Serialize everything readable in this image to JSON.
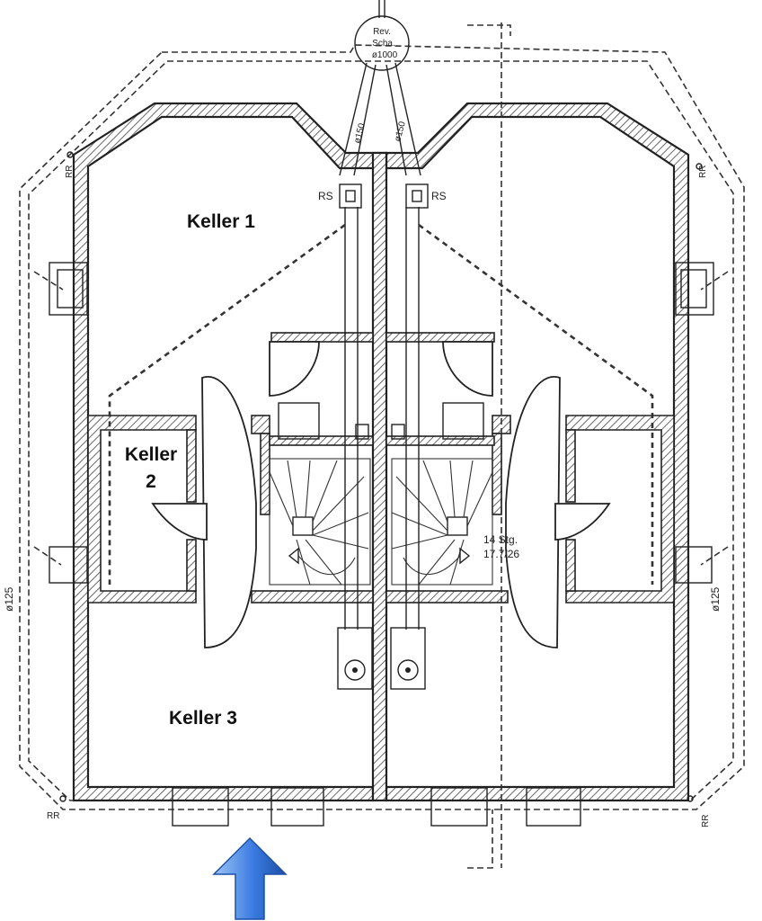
{
  "rooms": {
    "keller1": "Keller 1",
    "keller2_line1": "Keller",
    "keller2_line2": "2",
    "keller3": "Keller 3"
  },
  "shaft": {
    "line1": "Rev.",
    "line2": "Scha.",
    "line3": "ø1000"
  },
  "pipes": {
    "left_diameter": "ø150",
    "right_diameter": "ø150",
    "outer_left": "ø125",
    "outer_right": "ø125"
  },
  "markers": {
    "rs_left": "RS",
    "rs_right": "RS",
    "rr_top_left": "RR",
    "rr_top_right": "RR",
    "rr_bottom_left": "RR",
    "rr_bottom_right": "RR"
  },
  "stairs": {
    "line1": "14 Stg.",
    "line2": "17.7/26"
  },
  "colors": {
    "entrance_arrow": "#2f6fd0",
    "entrance_arrow_light": "#9cc4f5"
  }
}
